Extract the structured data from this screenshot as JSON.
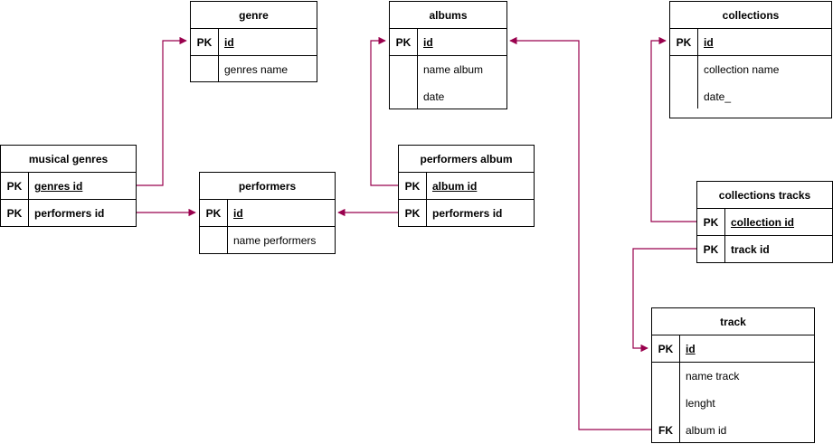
{
  "colors": {
    "connector": "#99004d",
    "border": "#000000"
  },
  "tables": {
    "genre": {
      "title": "genre",
      "rows": [
        {
          "key": "PK",
          "field": "id"
        },
        {
          "key": "",
          "field": "genres name"
        }
      ]
    },
    "albums": {
      "title": "albums",
      "rows": [
        {
          "key": "PK",
          "field": "id"
        },
        {
          "key": "",
          "field": "name album"
        },
        {
          "key": "",
          "field": "date"
        }
      ]
    },
    "collections": {
      "title": "collections",
      "rows": [
        {
          "key": "PK",
          "field": "id"
        },
        {
          "key": "",
          "field": "collection name"
        },
        {
          "key": "",
          "field": "date_"
        }
      ]
    },
    "musical_genres": {
      "title": "musical genres",
      "rows": [
        {
          "key": "PK",
          "field": "genres id"
        },
        {
          "key": "PK",
          "field": "performers id"
        }
      ]
    },
    "performers": {
      "title": "performers",
      "rows": [
        {
          "key": "PK",
          "field": "id"
        },
        {
          "key": "",
          "field": "name performers"
        }
      ]
    },
    "performers_album": {
      "title": "performers album",
      "rows": [
        {
          "key": "PK",
          "field": "album id"
        },
        {
          "key": "PK",
          "field": "performers id"
        }
      ]
    },
    "collections_tracks": {
      "title": "collections tracks",
      "rows": [
        {
          "key": "PK",
          "field": "collection id"
        },
        {
          "key": "PK",
          "field": "track id"
        }
      ]
    },
    "track": {
      "title": "track",
      "rows": [
        {
          "key": "PK",
          "field": "id"
        },
        {
          "key": "",
          "field": "name track"
        },
        {
          "key": "",
          "field": "lenght"
        },
        {
          "key": "FK",
          "field": "album id"
        }
      ]
    }
  }
}
